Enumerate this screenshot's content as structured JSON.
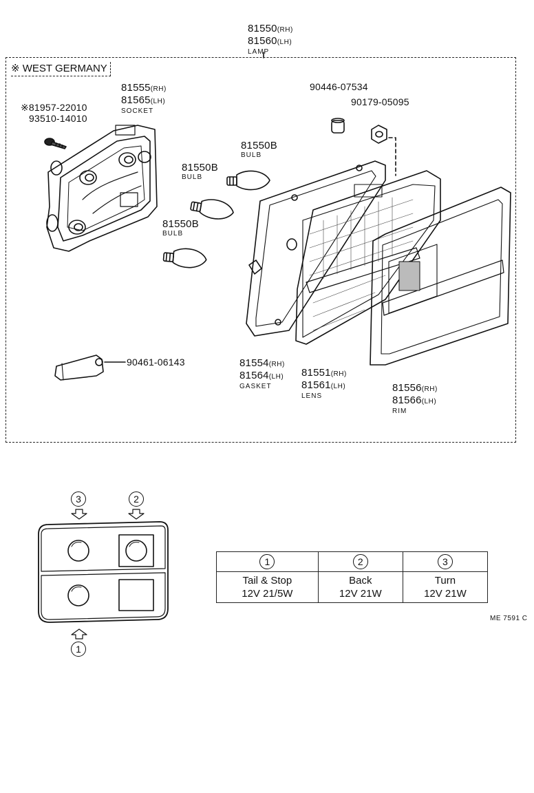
{
  "assembly": {
    "pn_rh": "81550",
    "suf_rh": "(RH)",
    "pn_lh": "81560",
    "suf_lh": "(LH)",
    "name": "LAMP"
  },
  "region_note": "※ WEST GERMANY",
  "screw": {
    "pn1": "※81957-22010",
    "pn2": "93510-14010"
  },
  "socket": {
    "pn_rh": "81555",
    "suf_rh": "(RH)",
    "pn_lh": "81565",
    "suf_lh": "(LH)",
    "name": "SOCKET"
  },
  "bulbs": [
    {
      "pn": "81550B",
      "name": "BULB"
    },
    {
      "pn": "81550B",
      "name": "BULB"
    },
    {
      "pn": "81550B",
      "name": "BULB"
    }
  ],
  "plug": {
    "pn": "90446-07534"
  },
  "nut": {
    "pn": "90179-05095"
  },
  "clip": {
    "pn": "90461-06143"
  },
  "gasket": {
    "pn_rh": "81554",
    "suf_rh": "(RH)",
    "pn_lh": "81564",
    "suf_lh": "(LH)",
    "name": "GASKET"
  },
  "lens": {
    "pn_rh": "81551",
    "suf_rh": "(RH)",
    "pn_lh": "81561",
    "suf_lh": "(LH)",
    "name": "LENS"
  },
  "rim": {
    "pn_rh": "81556",
    "suf_rh": "(RH)",
    "pn_lh": "81566",
    "suf_lh": "(LH)",
    "name": "RIM"
  },
  "layout_markers": {
    "top_left": "3",
    "top_right": "2",
    "bottom": "1"
  },
  "spec_table": {
    "columns": [
      {
        "num": "1",
        "line1": "Tail & Stop",
        "line2": "12V 21/5W"
      },
      {
        "num": "2",
        "line1": "Back",
        "line2": "12V 21W"
      },
      {
        "num": "3",
        "line1": "Turn",
        "line2": "12V 21W"
      }
    ]
  },
  "figure_code": "ME 7591 C"
}
